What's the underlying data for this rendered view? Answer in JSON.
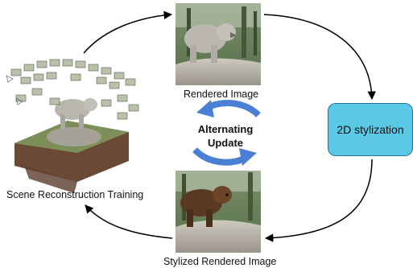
{
  "labels": {
    "rendered_image": "Rendered Image",
    "stylized_rendered_image": "Stylized Rendered Image",
    "scene_reconstruction": "Scene Reconstruction Training",
    "stylization_step": "2D stylization",
    "alternating_line1": "Alternating",
    "alternating_line2": "Update"
  },
  "colors": {
    "stylization_box_fill": "#5bc8e6",
    "cycle_arrow": "#4a7fd4",
    "arrow": "#000000"
  },
  "images": {
    "rendered": "stone bear statue on rock, forest background",
    "stylized": "brown bear standing on rock, forest background",
    "reconstruction": "camera frustums surrounding a reconstructed statue scene block"
  }
}
